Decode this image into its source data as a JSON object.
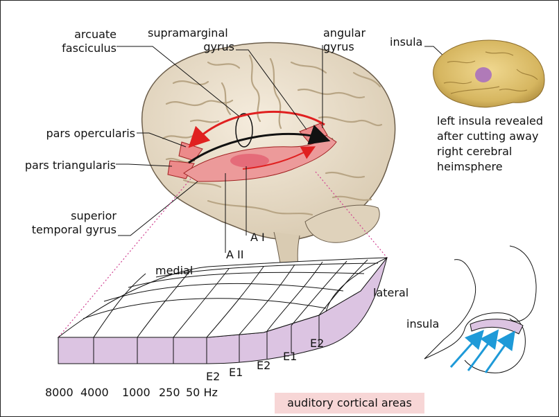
{
  "labels": {
    "arcuate": "arcuate",
    "fasciculus": "fasciculus",
    "supramarginal": "supramarginal",
    "gyrus1": "gyrus",
    "angular": "angular",
    "gyrus2": "gyrus",
    "pars_opercularis": "pars opercularis",
    "pars_triangularis": "pars triangularis",
    "superior": "superior",
    "temporal_gyrus": "temporal gyrus",
    "a1": "A I",
    "a2": "A II",
    "insula_top": "insula",
    "insula_note": [
      "left insula revealed",
      "after cutting away",
      "right cerebral",
      "heimsphere"
    ],
    "medial": "medial",
    "lateral": "lateral",
    "insula_bottom": "insula",
    "e_labels": [
      "E2",
      "E1",
      "E2",
      "E1",
      "E2"
    ],
    "frequencies": [
      "8000",
      "4000",
      "1000",
      "250",
      "50 Hz"
    ],
    "caption": "auditory cortical areas"
  },
  "colors": {
    "brain": "#e8ddcb",
    "brain_outline": "#6b5d4a",
    "sulcus": "#b8a585",
    "red_area": "#ec8a8a",
    "red_arrow": "#e02020",
    "map_fill": "#dcc4e2",
    "blue_arrow": "#1e9ad8",
    "caption_bg": "#f7d6d6",
    "insula_spot": "#b07ab8"
  }
}
